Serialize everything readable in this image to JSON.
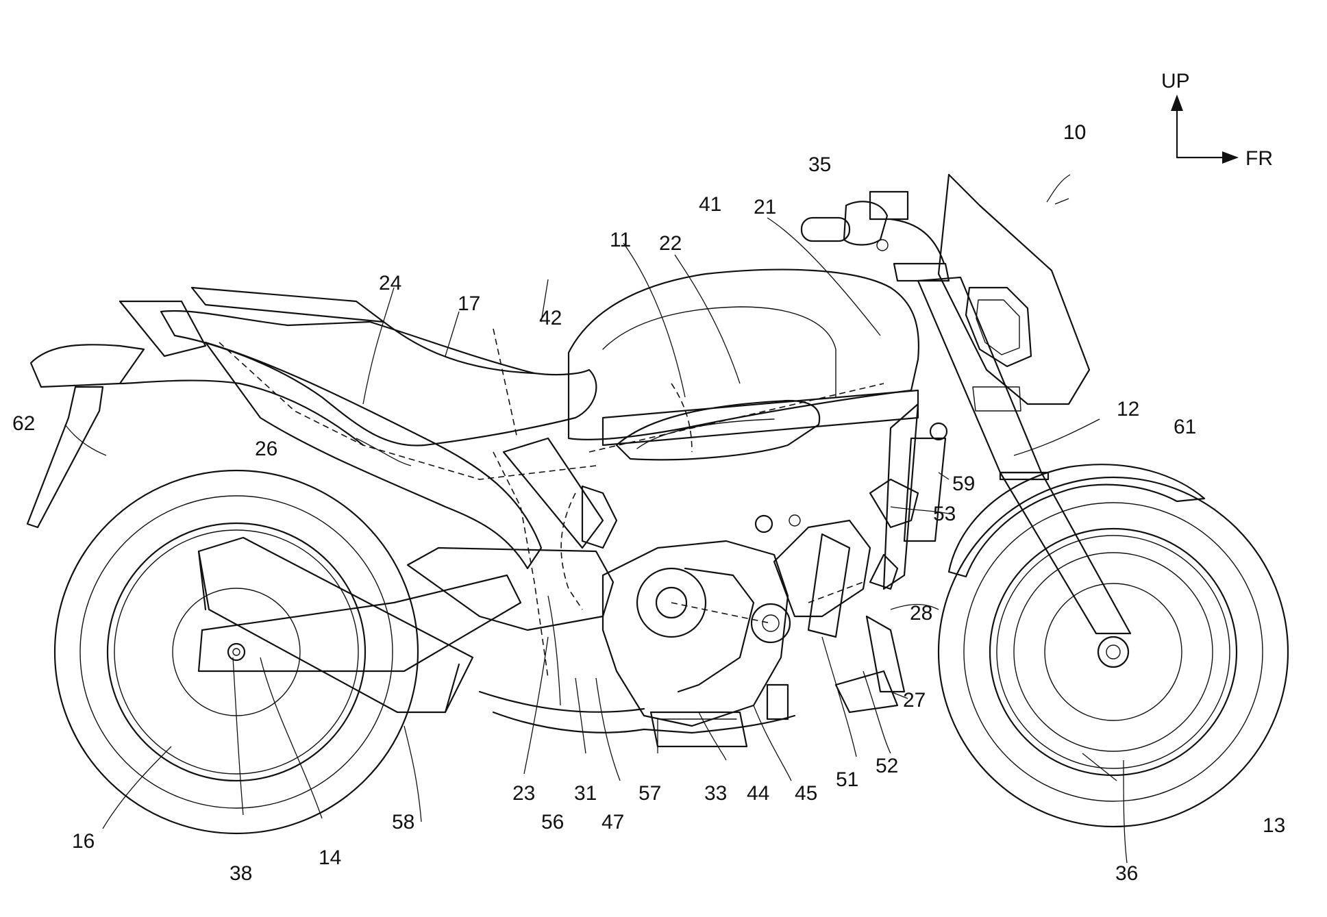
{
  "orientation": {
    "up_label": "UP",
    "front_label": "FR"
  },
  "labels": [
    {
      "id": "10",
      "text": "10"
    },
    {
      "id": "11",
      "text": "11"
    },
    {
      "id": "12",
      "text": "12"
    },
    {
      "id": "13",
      "text": "13"
    },
    {
      "id": "14",
      "text": "14"
    },
    {
      "id": "16",
      "text": "16"
    },
    {
      "id": "17",
      "text": "17"
    },
    {
      "id": "21",
      "text": "21"
    },
    {
      "id": "22",
      "text": "22"
    },
    {
      "id": "23",
      "text": "23"
    },
    {
      "id": "24",
      "text": "24"
    },
    {
      "id": "26",
      "text": "26"
    },
    {
      "id": "27",
      "text": "27"
    },
    {
      "id": "28",
      "text": "28"
    },
    {
      "id": "31",
      "text": "31"
    },
    {
      "id": "33",
      "text": "33"
    },
    {
      "id": "35",
      "text": "35"
    },
    {
      "id": "36",
      "text": "36"
    },
    {
      "id": "38",
      "text": "38"
    },
    {
      "id": "41",
      "text": "41"
    },
    {
      "id": "42",
      "text": "42"
    },
    {
      "id": "44",
      "text": "44"
    },
    {
      "id": "45",
      "text": "45"
    },
    {
      "id": "47",
      "text": "47"
    },
    {
      "id": "51",
      "text": "51"
    },
    {
      "id": "52",
      "text": "52"
    },
    {
      "id": "53",
      "text": "53"
    },
    {
      "id": "56",
      "text": "56"
    },
    {
      "id": "57",
      "text": "57"
    },
    {
      "id": "58",
      "text": "58"
    },
    {
      "id": "59",
      "text": "59"
    },
    {
      "id": "61",
      "text": "61"
    },
    {
      "id": "62",
      "text": "62"
    }
  ]
}
